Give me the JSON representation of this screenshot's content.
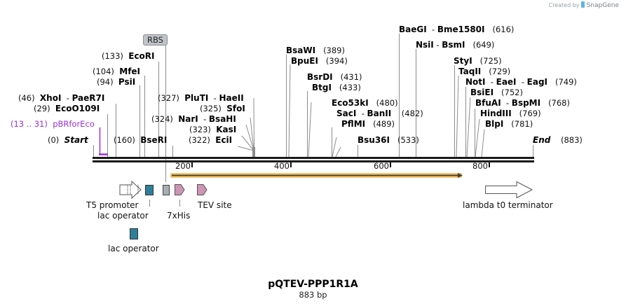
{
  "credit": {
    "prefix": "Created by",
    "brand": "SnapGene"
  },
  "plasmid": {
    "name": "pQTEV-PPP1R1A",
    "length_label": "883 bp",
    "length_bp": 883
  },
  "ruler": {
    "ticks": [
      "200",
      "400",
      "600",
      "800"
    ]
  },
  "sites_left": [
    {
      "name": "EcoRI",
      "pos": "(133)"
    },
    {
      "name": "MfeI",
      "pos": "(104)"
    },
    {
      "name": "PsiI",
      "pos": "(94)"
    },
    {
      "name": "XhoI",
      "name2": "PaeR7I",
      "pos": "(46)"
    },
    {
      "name": "EcoO109I",
      "pos": "(29)"
    },
    {
      "name": "Start",
      "pos": "(0)"
    },
    {
      "name": "BseRI",
      "pos": "(160)"
    },
    {
      "name": "PluTI",
      "name2": "HaeII",
      "pos": "(327)"
    },
    {
      "name": "SfoI",
      "pos": "(325)"
    },
    {
      "name": "NarI",
      "name2": "BsaHI",
      "pos": "(324)"
    },
    {
      "name": "KasI",
      "pos": "(323)"
    },
    {
      "name": "EciI",
      "pos": "(322)"
    }
  ],
  "primer": {
    "name": "pBRforEco",
    "range": "(13 .. 31)"
  },
  "sites_right": [
    {
      "name": "BsaWI",
      "pos": "(389)"
    },
    {
      "name": "BpuEI",
      "pos": "(394)"
    },
    {
      "name": "BsrDI",
      "pos": "(431)"
    },
    {
      "name": "BtgI",
      "pos": "(433)"
    },
    {
      "name": "Eco53kI",
      "pos": "(480)"
    },
    {
      "name": "SacI",
      "name2": "BanII",
      "pos": "(482)"
    },
    {
      "name": "PflMI",
      "pos": "(489)"
    },
    {
      "name": "Bsu36I",
      "pos": "(533)"
    },
    {
      "name": "BaeGI",
      "name2": "Bme1580I",
      "pos": "(616)"
    },
    {
      "name": "NsiI",
      "name2": "BsmI",
      "pos": "(649)"
    },
    {
      "name": "StyI",
      "pos": "(725)"
    },
    {
      "name": "TaqII",
      "pos": "(729)"
    },
    {
      "name": "NotI",
      "name2": "EaeI",
      "name3": "EagI",
      "pos": "(749)"
    },
    {
      "name": "BsiEI",
      "pos": "(752)"
    },
    {
      "name": "BfuAI",
      "name2": "BspMI",
      "pos": "(768)"
    },
    {
      "name": "HindIII",
      "pos": "(769)"
    },
    {
      "name": "BlpI",
      "pos": "(781)"
    },
    {
      "name": "End",
      "pos": "(883)"
    }
  ],
  "features": [
    {
      "name": "T5 promoter",
      "color": "#ffffff"
    },
    {
      "name": "lac operator",
      "color": "#2e7f9a"
    },
    {
      "name": "RBS",
      "color": "#a9adb3"
    },
    {
      "name": "7xHis",
      "color": "#cc95b4"
    },
    {
      "name": "TEV site",
      "color": "#cc95b4"
    },
    {
      "name": "lambda t0 terminator",
      "color": "#ffffff"
    },
    {
      "name": "lac operator",
      "color": "#2e7f9a"
    }
  ],
  "orf": {
    "color": "#f9c66b",
    "line_color": "#4a4033"
  },
  "dash": "-"
}
